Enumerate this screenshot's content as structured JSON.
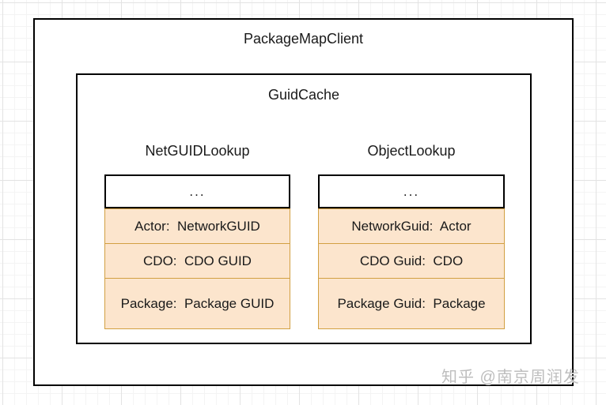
{
  "diagram": {
    "outer_box": {
      "title": "PackageMapClient"
    },
    "inner_box": {
      "title": "GuidCache"
    },
    "tables": [
      {
        "label": "NetGUIDLookup",
        "header": "...",
        "rows": [
          "Actor:  NetworkGUID",
          "CDO:  CDO GUID",
          "Package:  Package GUID"
        ]
      },
      {
        "label": "ObjectLookup",
        "header": "...",
        "rows": [
          "NetworkGuid:  Actor",
          "CDO Guid:  CDO",
          "Package Guid:  Package"
        ]
      }
    ],
    "colors": {
      "row_fill": "#fce5cd",
      "row_border": "#d2a042",
      "box_border": "#000000",
      "grid_line": "#e3e3e3"
    },
    "watermark": "知乎 @南京周润发"
  }
}
